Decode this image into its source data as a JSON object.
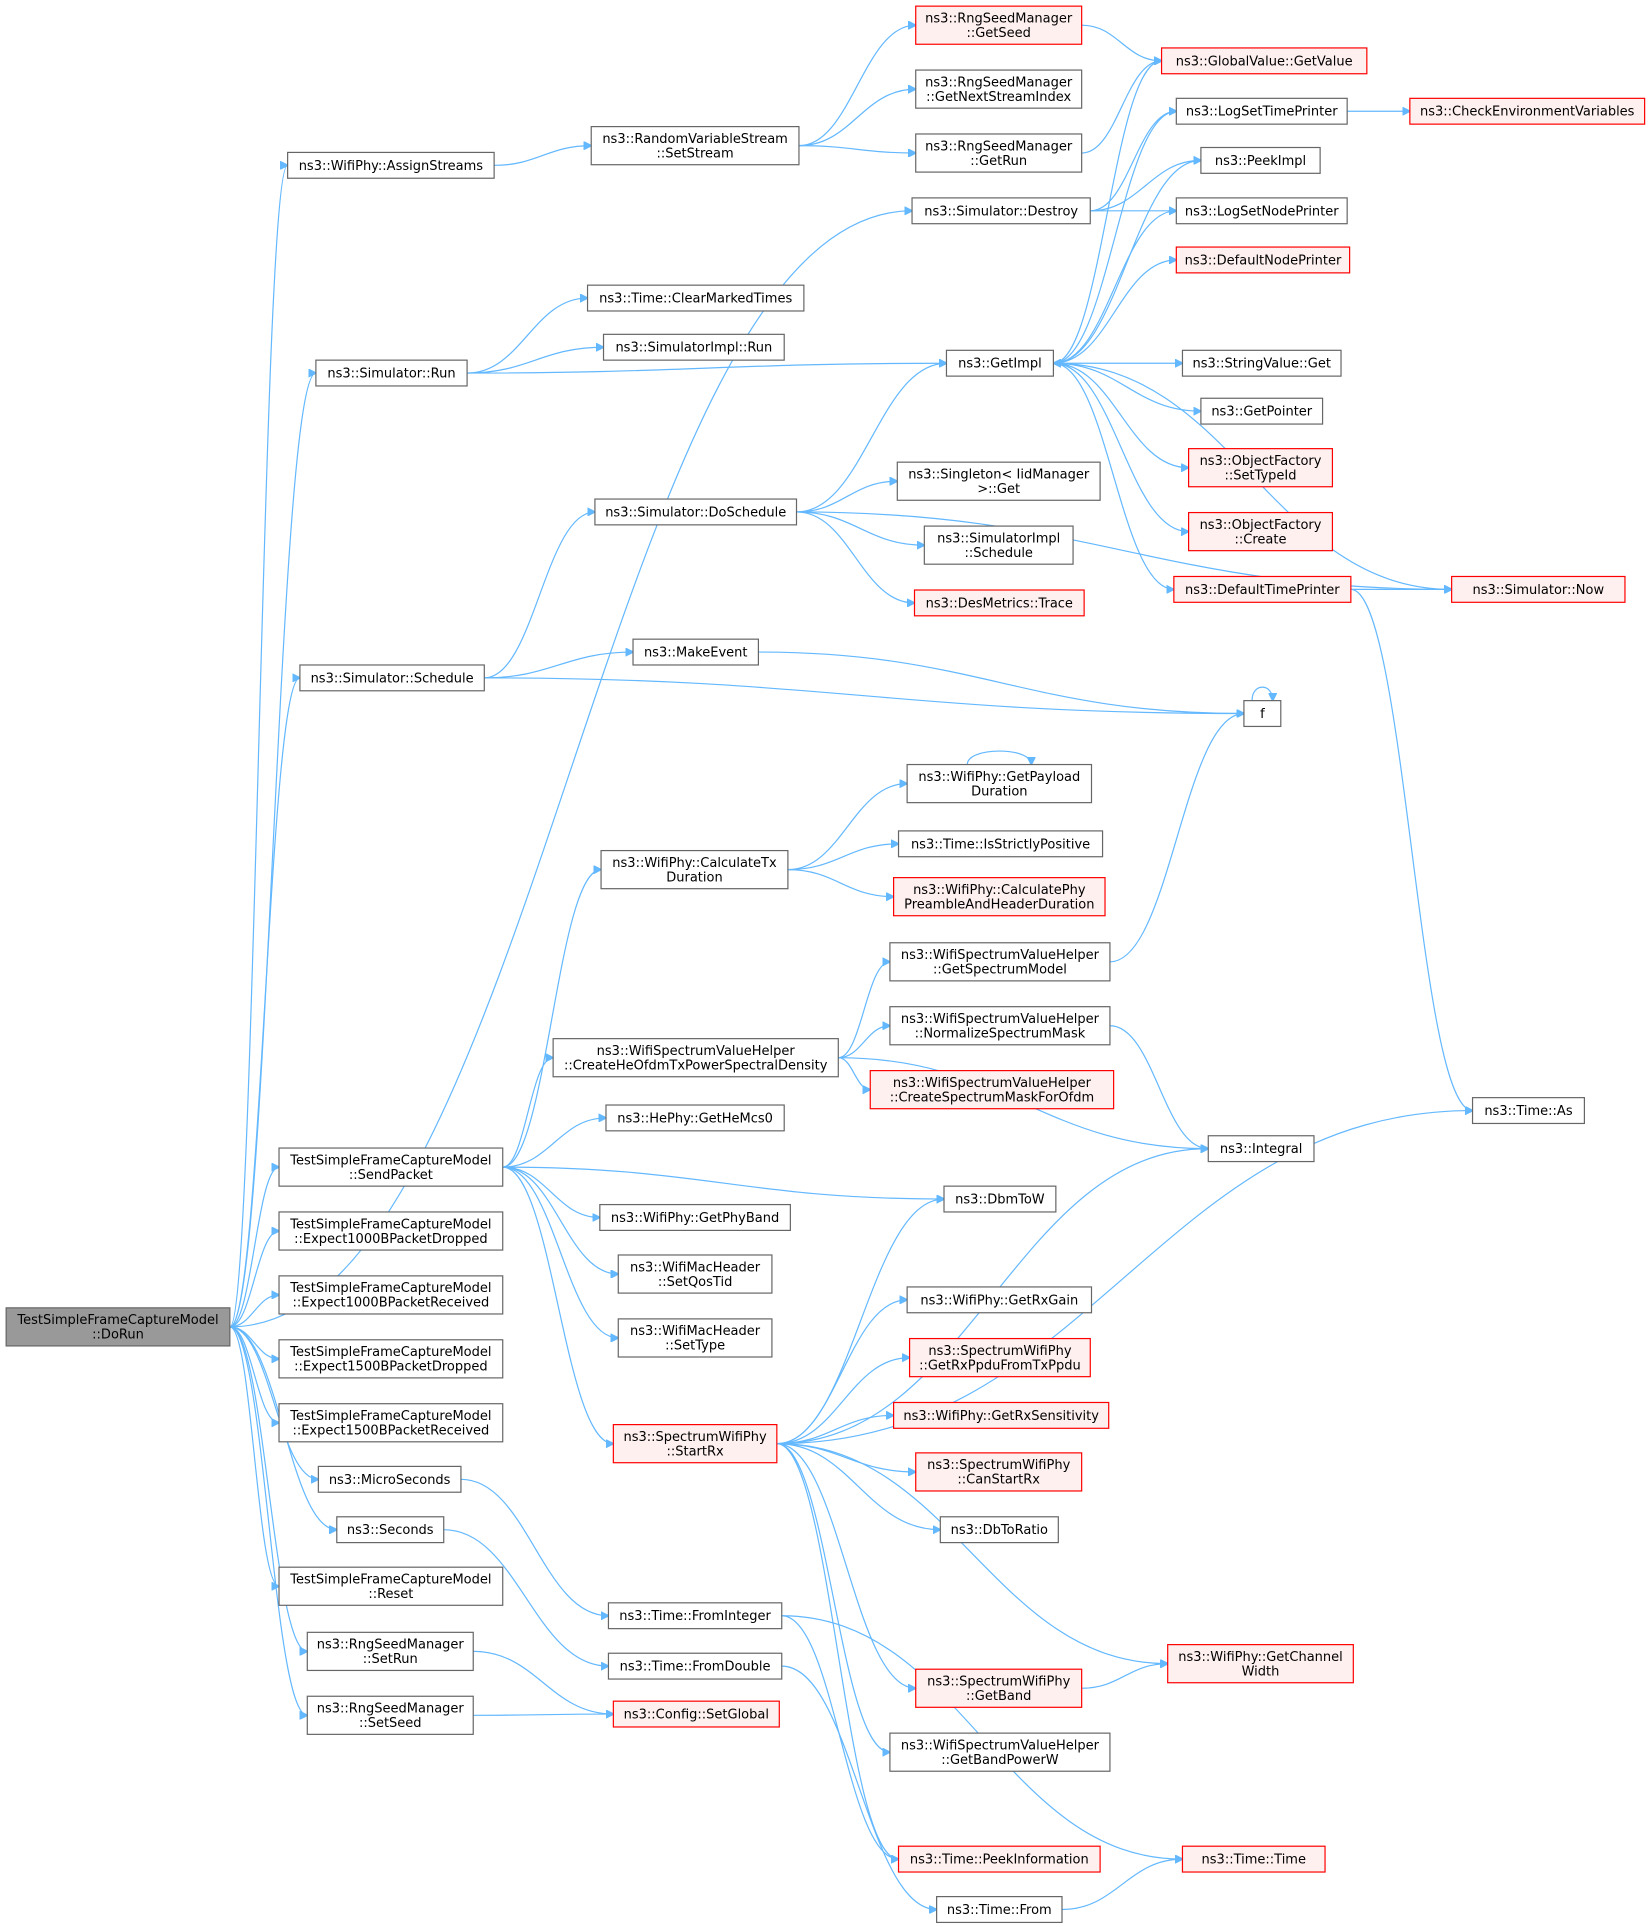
{
  "diagram": {
    "type": "call-graph",
    "node_color": "#ffffff",
    "node_border": "#666666",
    "root_color": "#999999",
    "truncated_node_color": "#fff0f0",
    "truncated_node_border": "#ff0000",
    "edge_color": "#63b8ff",
    "nodes": [
      {
        "id": "root",
        "lines": [
          "TestSimpleFrameCaptureModel",
          "::DoRun"
        ],
        "style": "root"
      },
      {
        "id": "wifi_assign",
        "lines": [
          "ns3::WifiPhy::AssignStreams"
        ],
        "style": "normal"
      },
      {
        "id": "rvs_setstream",
        "lines": [
          "ns3::RandomVariableStream",
          "::SetStream"
        ],
        "style": "normal"
      },
      {
        "id": "rng_getseed",
        "lines": [
          "ns3::RngSeedManager",
          "::GetSeed"
        ],
        "style": "truncated"
      },
      {
        "id": "rng_nextstream",
        "lines": [
          "ns3::RngSeedManager",
          "::GetNextStreamIndex"
        ],
        "style": "normal"
      },
      {
        "id": "rng_getrun",
        "lines": [
          "ns3::RngSeedManager",
          "::GetRun"
        ],
        "style": "normal"
      },
      {
        "id": "gv_getvalue",
        "lines": [
          "ns3::GlobalValue::GetValue"
        ],
        "style": "truncated"
      },
      {
        "id": "logsettime",
        "lines": [
          "ns3::LogSetTimePrinter"
        ],
        "style": "normal"
      },
      {
        "id": "checkenv",
        "lines": [
          "ns3::CheckEnvironmentVariables"
        ],
        "style": "truncated"
      },
      {
        "id": "peekimpl",
        "lines": [
          "ns3::PeekImpl"
        ],
        "style": "normal"
      },
      {
        "id": "sim_destroy",
        "lines": [
          "ns3::Simulator::Destroy"
        ],
        "style": "normal"
      },
      {
        "id": "logsetnode",
        "lines": [
          "ns3::LogSetNodePrinter"
        ],
        "style": "normal"
      },
      {
        "id": "defnodeprinter",
        "lines": [
          "ns3::DefaultNodePrinter"
        ],
        "style": "truncated"
      },
      {
        "id": "time_clearmarked",
        "lines": [
          "ns3::Time::ClearMarkedTimes"
        ],
        "style": "normal"
      },
      {
        "id": "simimpl_run",
        "lines": [
          "ns3::SimulatorImpl::Run"
        ],
        "style": "normal"
      },
      {
        "id": "sim_run",
        "lines": [
          "ns3::Simulator::Run"
        ],
        "style": "normal"
      },
      {
        "id": "getimpl",
        "lines": [
          "ns3::GetImpl"
        ],
        "style": "normal"
      },
      {
        "id": "stringvalue_get",
        "lines": [
          "ns3::StringValue::Get"
        ],
        "style": "normal"
      },
      {
        "id": "getpointer",
        "lines": [
          "ns3::GetPointer"
        ],
        "style": "normal"
      },
      {
        "id": "of_settypeid",
        "lines": [
          "ns3::ObjectFactory",
          "::SetTypeId"
        ],
        "style": "truncated"
      },
      {
        "id": "singleton_get",
        "lines": [
          "ns3::Singleton< IidManager",
          ">::Get"
        ],
        "style": "normal"
      },
      {
        "id": "sim_doschedule",
        "lines": [
          "ns3::Simulator::DoSchedule"
        ],
        "style": "normal"
      },
      {
        "id": "of_create",
        "lines": [
          "ns3::ObjectFactory",
          "::Create"
        ],
        "style": "truncated"
      },
      {
        "id": "simimpl_schedule",
        "lines": [
          "ns3::SimulatorImpl",
          "::Schedule"
        ],
        "style": "normal"
      },
      {
        "id": "deftimeprinter",
        "lines": [
          "ns3::DefaultTimePrinter"
        ],
        "style": "truncated"
      },
      {
        "id": "sim_now",
        "lines": [
          "ns3::Simulator::Now"
        ],
        "style": "truncated"
      },
      {
        "id": "desmetrics",
        "lines": [
          "ns3::DesMetrics::Trace"
        ],
        "style": "truncated"
      },
      {
        "id": "makeevent",
        "lines": [
          "ns3::MakeEvent"
        ],
        "style": "normal"
      },
      {
        "id": "sim_schedule",
        "lines": [
          "ns3::Simulator::Schedule"
        ],
        "style": "normal"
      },
      {
        "id": "f",
        "lines": [
          "f"
        ],
        "style": "normal"
      },
      {
        "id": "wifi_getpayload",
        "lines": [
          "ns3::WifiPhy::GetPayload",
          "Duration"
        ],
        "style": "normal"
      },
      {
        "id": "time_isstrictly",
        "lines": [
          "ns3::Time::IsStrictlyPositive"
        ],
        "style": "normal"
      },
      {
        "id": "wifi_calctx",
        "lines": [
          "ns3::WifiPhy::CalculateTx",
          "Duration"
        ],
        "style": "normal"
      },
      {
        "id": "wifi_calcphy",
        "lines": [
          "ns3::WifiPhy::CalculatePhy",
          "PreambleAndHeaderDuration"
        ],
        "style": "truncated"
      },
      {
        "id": "wsvh_getspectrum",
        "lines": [
          "ns3::WifiSpectrumValueHelper",
          "::GetSpectrumModel"
        ],
        "style": "normal"
      },
      {
        "id": "wsvh_normalize",
        "lines": [
          "ns3::WifiSpectrumValueHelper",
          "::NormalizeSpectrumMask"
        ],
        "style": "normal"
      },
      {
        "id": "wsvh_createhe",
        "lines": [
          "ns3::WifiSpectrumValueHelper",
          "::CreateHeOfdmTxPowerSpectralDensity"
        ],
        "style": "normal"
      },
      {
        "id": "wsvh_createmask",
        "lines": [
          "ns3::WifiSpectrumValueHelper",
          "::CreateSpectrumMaskForOfdm"
        ],
        "style": "truncated"
      },
      {
        "id": "time_as",
        "lines": [
          "ns3::Time::As"
        ],
        "style": "normal"
      },
      {
        "id": "hephy_gethemcs0",
        "lines": [
          "ns3::HePhy::GetHeMcs0"
        ],
        "style": "normal"
      },
      {
        "id": "integral",
        "lines": [
          "ns3::Integral"
        ],
        "style": "normal"
      },
      {
        "id": "tsfcm_sendpacket",
        "lines": [
          "TestSimpleFrameCaptureModel",
          "::SendPacket"
        ],
        "style": "normal"
      },
      {
        "id": "dbmtow",
        "lines": [
          "ns3::DbmToW"
        ],
        "style": "normal"
      },
      {
        "id": "wifi_getphyband",
        "lines": [
          "ns3::WifiPhy::GetPhyBand"
        ],
        "style": "normal"
      },
      {
        "id": "tsfcm_exp1000drop",
        "lines": [
          "TestSimpleFrameCaptureModel",
          "::Expect1000BPacketDropped"
        ],
        "style": "normal"
      },
      {
        "id": "wmh_setqostid",
        "lines": [
          "ns3::WifiMacHeader",
          "::SetQosTid"
        ],
        "style": "normal"
      },
      {
        "id": "tsfcm_exp1000recv",
        "lines": [
          "TestSimpleFrameCaptureModel",
          "::Expect1000BPacketReceived"
        ],
        "style": "normal"
      },
      {
        "id": "wifi_getrxgain",
        "lines": [
          "ns3::WifiPhy::GetRxGain"
        ],
        "style": "normal"
      },
      {
        "id": "wmh_settype",
        "lines": [
          "ns3::WifiMacHeader",
          "::SetType"
        ],
        "style": "normal"
      },
      {
        "id": "tsfcm_exp1500drop",
        "lines": [
          "TestSimpleFrameCaptureModel",
          "::Expect1500BPacketDropped"
        ],
        "style": "normal"
      },
      {
        "id": "swp_getrxppdu",
        "lines": [
          "ns3::SpectrumWifiPhy",
          "::GetRxPpduFromTxPpdu"
        ],
        "style": "truncated"
      },
      {
        "id": "wifi_getrxsens",
        "lines": [
          "ns3::WifiPhy::GetRxSensitivity"
        ],
        "style": "truncated"
      },
      {
        "id": "tsfcm_exp1500recv",
        "lines": [
          "TestSimpleFrameCaptureModel",
          "::Expect1500BPacketReceived"
        ],
        "style": "normal"
      },
      {
        "id": "swp_startrx",
        "lines": [
          "ns3::SpectrumWifiPhy",
          "::StartRx"
        ],
        "style": "truncated"
      },
      {
        "id": "swp_canstartrx",
        "lines": [
          "ns3::SpectrumWifiPhy",
          "::CanStartRx"
        ],
        "style": "truncated"
      },
      {
        "id": "microseconds",
        "lines": [
          "ns3::MicroSeconds"
        ],
        "style": "normal"
      },
      {
        "id": "dbtoratio",
        "lines": [
          "ns3::DbToRatio"
        ],
        "style": "normal"
      },
      {
        "id": "seconds",
        "lines": [
          "ns3::Seconds"
        ],
        "style": "normal"
      },
      {
        "id": "tsfcm_reset",
        "lines": [
          "TestSimpleFrameCaptureModel",
          "::Reset"
        ],
        "style": "normal"
      },
      {
        "id": "time_frominteger",
        "lines": [
          "ns3::Time::FromInteger"
        ],
        "style": "normal"
      },
      {
        "id": "rng_setrun",
        "lines": [
          "ns3::RngSeedManager",
          "::SetRun"
        ],
        "style": "normal"
      },
      {
        "id": "wifi_getchanwidth",
        "lines": [
          "ns3::WifiPhy::GetChannel",
          "Width"
        ],
        "style": "truncated"
      },
      {
        "id": "time_fromdouble",
        "lines": [
          "ns3::Time::FromDouble"
        ],
        "style": "normal"
      },
      {
        "id": "swp_getband",
        "lines": [
          "ns3::SpectrumWifiPhy",
          "::GetBand"
        ],
        "style": "truncated"
      },
      {
        "id": "rng_setseed",
        "lines": [
          "ns3::RngSeedManager",
          "::SetSeed"
        ],
        "style": "normal"
      },
      {
        "id": "config_setglobal",
        "lines": [
          "ns3::Config::SetGlobal"
        ],
        "style": "truncated"
      },
      {
        "id": "wsvh_getbandpower",
        "lines": [
          "ns3::WifiSpectrumValueHelper",
          "::GetBandPowerW"
        ],
        "style": "normal"
      },
      {
        "id": "time_peekinfo",
        "lines": [
          "ns3::Time::PeekInformation"
        ],
        "style": "truncated"
      },
      {
        "id": "time_time",
        "lines": [
          "ns3::Time::Time"
        ],
        "style": "truncated"
      },
      {
        "id": "time_from",
        "lines": [
          "ns3::Time::From"
        ],
        "style": "normal"
      }
    ],
    "edges": [
      [
        "root",
        "wifi_assign"
      ],
      [
        "root",
        "sim_destroy"
      ],
      [
        "root",
        "sim_run"
      ],
      [
        "root",
        "sim_schedule"
      ],
      [
        "root",
        "tsfcm_sendpacket"
      ],
      [
        "root",
        "tsfcm_exp1000drop"
      ],
      [
        "root",
        "tsfcm_exp1000recv"
      ],
      [
        "root",
        "tsfcm_exp1500drop"
      ],
      [
        "root",
        "tsfcm_exp1500recv"
      ],
      [
        "root",
        "microseconds"
      ],
      [
        "root",
        "seconds"
      ],
      [
        "root",
        "tsfcm_reset"
      ],
      [
        "root",
        "rng_setrun"
      ],
      [
        "root",
        "rng_setseed"
      ],
      [
        "wifi_assign",
        "rvs_setstream"
      ],
      [
        "rvs_setstream",
        "rng_getseed"
      ],
      [
        "rvs_setstream",
        "rng_nextstream"
      ],
      [
        "rvs_setstream",
        "rng_getrun"
      ],
      [
        "rng_getseed",
        "gv_getvalue"
      ],
      [
        "rng_getrun",
        "gv_getvalue"
      ],
      [
        "logsettime",
        "checkenv"
      ],
      [
        "sim_destroy",
        "peekimpl"
      ],
      [
        "sim_destroy",
        "logsetnode"
      ],
      [
        "sim_destroy",
        "logsettime"
      ],
      [
        "sim_run",
        "time_clearmarked"
      ],
      [
        "sim_run",
        "simimpl_run"
      ],
      [
        "sim_run",
        "getimpl"
      ],
      [
        "getimpl",
        "gv_getvalue"
      ],
      [
        "getimpl",
        "logsettime"
      ],
      [
        "getimpl",
        "peekimpl"
      ],
      [
        "getimpl",
        "logsetnode"
      ],
      [
        "getimpl",
        "defnodeprinter"
      ],
      [
        "getimpl",
        "stringvalue_get"
      ],
      [
        "getimpl",
        "getpointer"
      ],
      [
        "getimpl",
        "of_settypeid"
      ],
      [
        "getimpl",
        "of_create"
      ],
      [
        "getimpl",
        "deftimeprinter"
      ],
      [
        "deftimeprinter",
        "sim_now"
      ],
      [
        "deftimeprinter",
        "time_as"
      ],
      [
        "sim_now",
        "getimpl"
      ],
      [
        "sim_doschedule",
        "getimpl"
      ],
      [
        "sim_doschedule",
        "singleton_get"
      ],
      [
        "sim_doschedule",
        "simimpl_schedule"
      ],
      [
        "sim_doschedule",
        "desmetrics"
      ],
      [
        "sim_doschedule",
        "sim_now"
      ],
      [
        "sim_schedule",
        "sim_doschedule"
      ],
      [
        "sim_schedule",
        "makeevent"
      ],
      [
        "sim_schedule",
        "f"
      ],
      [
        "makeevent",
        "f"
      ],
      [
        "f",
        "f"
      ],
      [
        "wifi_getpayload",
        "wifi_getpayload"
      ],
      [
        "wifi_calctx",
        "wifi_getpayload"
      ],
      [
        "wifi_calctx",
        "time_isstrictly"
      ],
      [
        "wifi_calctx",
        "wifi_calcphy"
      ],
      [
        "wsvh_getspectrum",
        "f"
      ],
      [
        "wsvh_createhe",
        "wsvh_getspectrum"
      ],
      [
        "wsvh_createhe",
        "wsvh_normalize"
      ],
      [
        "wsvh_createhe",
        "wsvh_createmask"
      ],
      [
        "wsvh_createhe",
        "integral"
      ],
      [
        "wsvh_normalize",
        "integral"
      ],
      [
        "tsfcm_sendpacket",
        "wifi_calctx"
      ],
      [
        "tsfcm_sendpacket",
        "wsvh_createhe"
      ],
      [
        "tsfcm_sendpacket",
        "hephy_gethemcs0"
      ],
      [
        "tsfcm_sendpacket",
        "dbmtow"
      ],
      [
        "tsfcm_sendpacket",
        "wifi_getphyband"
      ],
      [
        "tsfcm_sendpacket",
        "wmh_setqostid"
      ],
      [
        "tsfcm_sendpacket",
        "wmh_settype"
      ],
      [
        "tsfcm_sendpacket",
        "swp_startrx"
      ],
      [
        "swp_startrx",
        "dbmtow"
      ],
      [
        "swp_startrx",
        "integral"
      ],
      [
        "swp_startrx",
        "wifi_getrxgain"
      ],
      [
        "swp_startrx",
        "swp_getrxppdu"
      ],
      [
        "swp_startrx",
        "wifi_getrxsens"
      ],
      [
        "swp_startrx",
        "swp_canstartrx"
      ],
      [
        "swp_startrx",
        "dbtoratio"
      ],
      [
        "swp_startrx",
        "time_as"
      ],
      [
        "swp_startrx",
        "wifi_getchanwidth"
      ],
      [
        "swp_startrx",
        "swp_getband"
      ],
      [
        "swp_startrx",
        "wsvh_getbandpower"
      ],
      [
        "swp_startrx",
        "time_peekinfo"
      ],
      [
        "swp_getband",
        "wifi_getchanwidth"
      ],
      [
        "microseconds",
        "time_frominteger"
      ],
      [
        "seconds",
        "time_fromdouble"
      ],
      [
        "time_frominteger",
        "time_time"
      ],
      [
        "time_frominteger",
        "time_peekinfo"
      ],
      [
        "time_fromdouble",
        "time_from"
      ],
      [
        "time_from",
        "time_time"
      ],
      [
        "rng_setrun",
        "config_setglobal"
      ],
      [
        "rng_setseed",
        "config_setglobal"
      ]
    ]
  }
}
